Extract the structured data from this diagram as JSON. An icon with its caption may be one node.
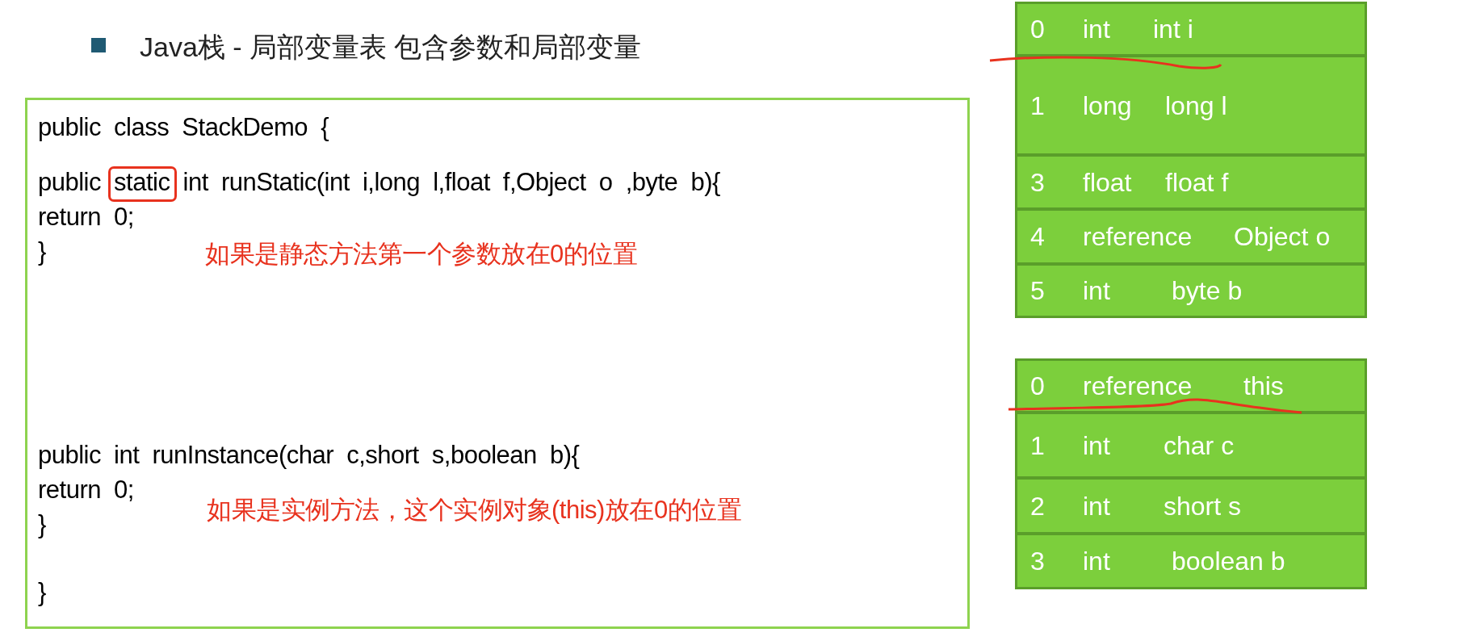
{
  "diagram": {
    "title": "Java栈 - 局部变量表 包含参数和局部变量",
    "nodes": [
      {
        "text": [
          "public class StackDemo {",
          "public static int runStatic(int i,long l,float  f,Object o ,byte b){",
          "return 0;",
          "}",
          "如果是静态方法第一个参数放在0的位置",
          "public int runInstance(char c,short s,boolean b){",
          "return 0;",
          "如果是实例方法，这个实例对象(this)放在0的位置",
          "}",
          "}"
        ]
      },
      {
        "text": [
          "0",
          "int",
          "int i"
        ]
      },
      {
        "text": [
          "1",
          "long",
          "long l"
        ]
      },
      {
        "text": [
          "3",
          "float",
          "float f"
        ]
      },
      {
        "text": [
          "4",
          "reference",
          "Object o"
        ]
      },
      {
        "text": [
          "5",
          "int",
          "byte b"
        ]
      },
      {
        "text": [
          "0",
          "reference",
          "this"
        ]
      },
      {
        "text": [
          "1",
          "int",
          "char c"
        ]
      },
      {
        "text": [
          "2",
          "int",
          "short s"
        ]
      },
      {
        "text": [
          "3",
          "int",
          "boolean b"
        ]
      }
    ],
    "edges": []
  }
}
